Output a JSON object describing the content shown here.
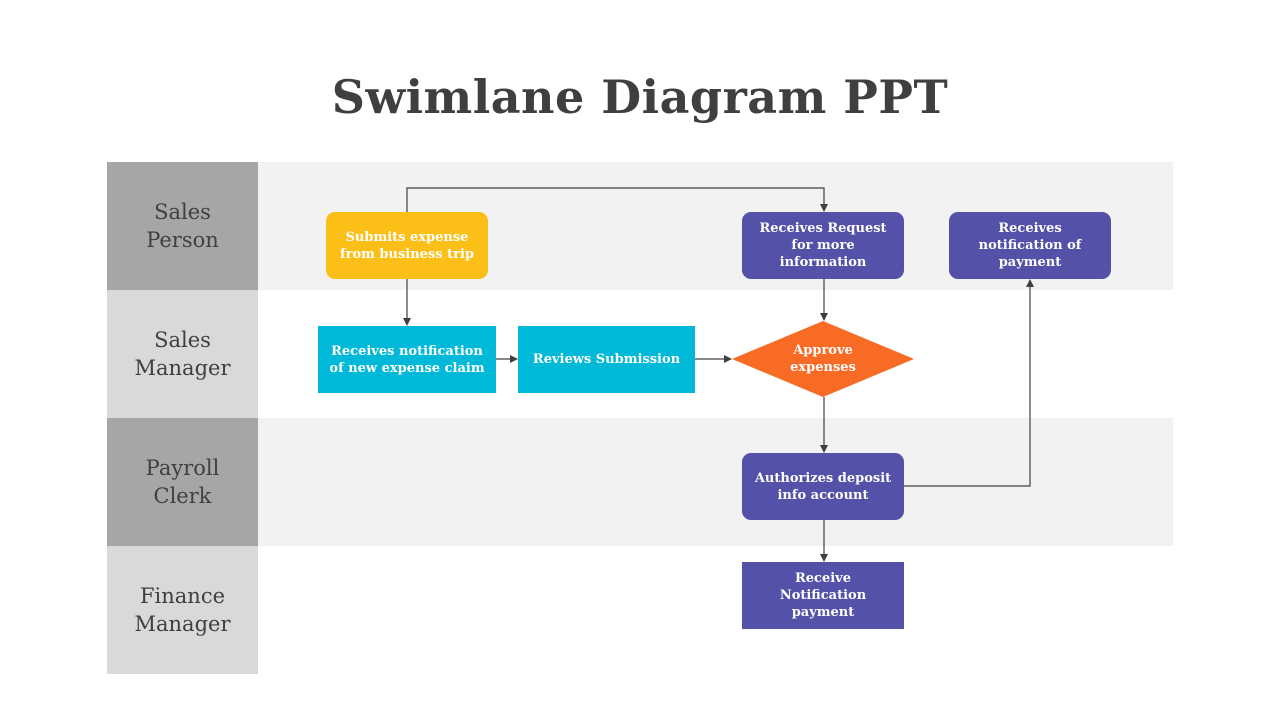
{
  "title": "Swimlane Diagram PPT",
  "colors": {
    "yellow": "#fbbf17",
    "purple": "#5352a8",
    "cyan": "#00b9d8",
    "orange": "#f76b25",
    "lane_label_dark": "#a6a6a6",
    "lane_label_light": "#d9d9d9",
    "lane_shaded": "#f2f2f2",
    "connector": "#404040",
    "title_text": "#3f3f3f"
  },
  "lanes": [
    {
      "label": "Sales\nPerson"
    },
    {
      "label": "Sales\nManager"
    },
    {
      "label": "Payroll\nClerk"
    },
    {
      "label": "Finance\nManager"
    }
  ],
  "nodes": {
    "submits_expense": "Submits expense\nfrom business trip",
    "receives_request": "Receives Request\nfor more\ninformation",
    "receives_payment_notification": "Receives\nnotification of\npayment",
    "receives_claim_notification": "Receives notification\nof new expense claim",
    "reviews_submission": "Reviews Submission",
    "approve_expenses": "Approve\nexpenses",
    "authorizes_deposit": "Authorizes deposit\ninfo account",
    "receive_notification_payment": "Receive Notification\npayment"
  }
}
